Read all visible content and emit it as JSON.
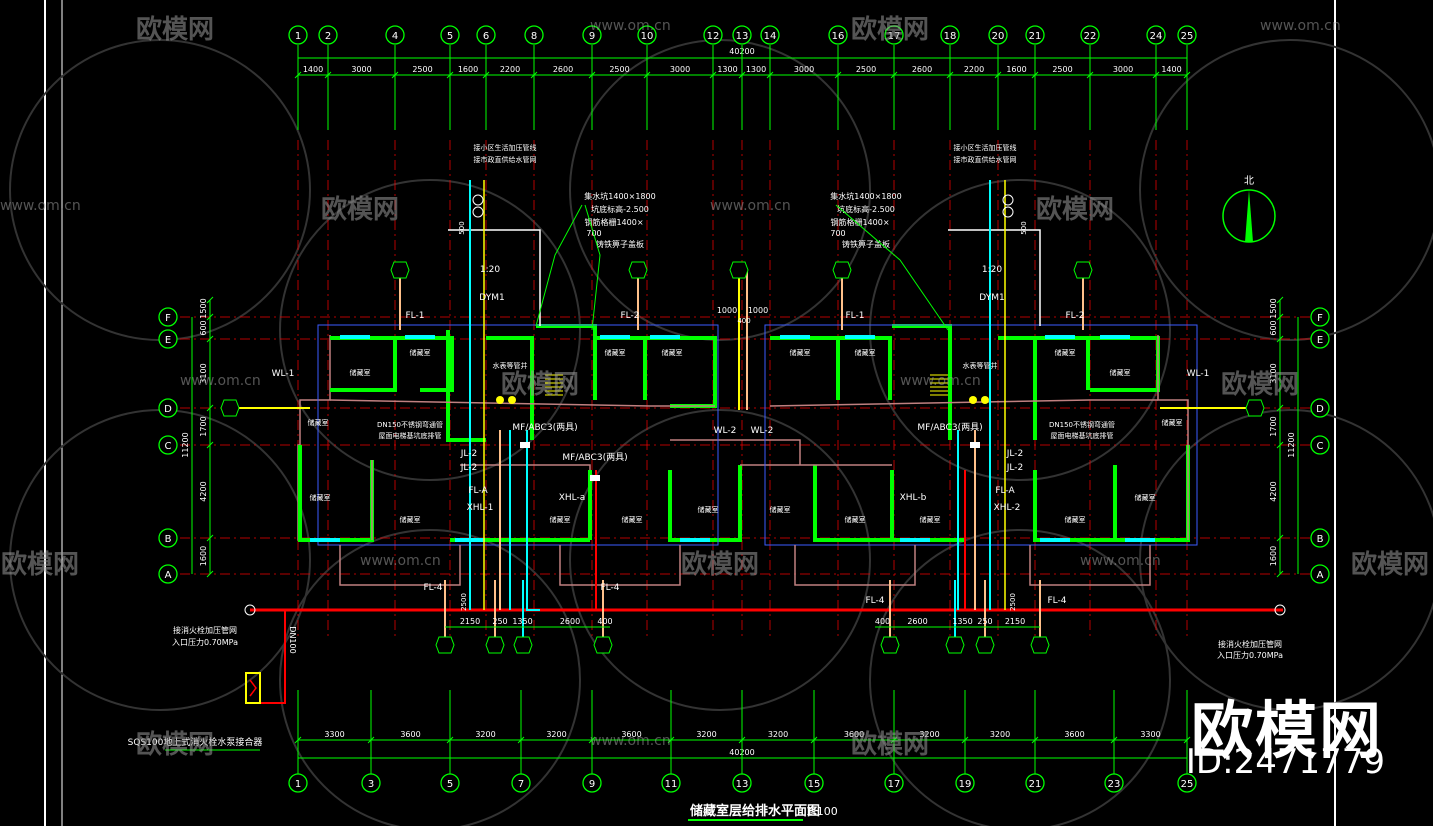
{
  "drawing": {
    "title": "储藏室层给排水平面图",
    "scale": "1:100",
    "north_label": "北"
  },
  "grid_top": [
    "1",
    "2",
    "4",
    "5",
    "6",
    "8",
    "9",
    "10",
    "12",
    "13",
    "14",
    "16",
    "17",
    "18",
    "20",
    "21",
    "22",
    "24",
    "25"
  ],
  "grid_bottom": [
    "1",
    "3",
    "5",
    "7",
    "9",
    "11",
    "13",
    "15",
    "17",
    "19",
    "21",
    "23",
    "25"
  ],
  "grid_rows": [
    "F",
    "E",
    "D",
    "C",
    "B",
    "A"
  ],
  "dims_top": [
    "1400",
    "3000",
    "2500",
    "1600",
    "2200",
    "2600",
    "2500",
    "3000",
    "1300",
    "1300",
    "3000",
    "2500",
    "2600",
    "2200",
    "1600",
    "2500",
    "3000",
    "1400"
  ],
  "dims_top_total": "40200",
  "dims_bottom": [
    "3300",
    "3600",
    "3200",
    "3200",
    "3600",
    "3200",
    "3200",
    "3600",
    "3200",
    "3200",
    "3600",
    "3300"
  ],
  "dims_bottom_total": "40200",
  "dims_side": [
    "1500",
    "600",
    "3100",
    "1700",
    "4200",
    "1600"
  ],
  "dims_side_total": "11200",
  "dims_stair": [
    "2150",
    "250",
    "1350",
    "2600",
    "400"
  ],
  "dims_stair_r": [
    "400",
    "2600",
    "1350",
    "250",
    "2150"
  ],
  "dims_mid": [
    "1000",
    "1000",
    "400"
  ],
  "pipe_labels": {
    "wl1": "WL-1",
    "wl2": "WL-2",
    "fl1": "FL-1",
    "fl2": "FL-2",
    "fla": "FL-A",
    "fl4": "FL-4",
    "jl2": "JL-2",
    "xhl1": "XHL-1",
    "xhla": "XHL-a",
    "xhlb": "XHL-b",
    "xhl2": "XHL-2",
    "mfabc": "MF/ABC3",
    "mfabc_suffix": "(两具)",
    "dym": "DYM1",
    "ratio": "1:20",
    "dn100": "DN100",
    "dim_500": "500",
    "dim_2500": "2500"
  },
  "notes": {
    "pit_1": "集水坑1400×1800",
    "pit_2": "坑底标高-2.500",
    "pit_3": "钢筋格栅1400×",
    "pit_4": "700",
    "pit_5": "铸铁箅子盖板",
    "main_in_1": "接小区生活加压管线",
    "main_in_2": "接市政直供给水管网",
    "dn150_1": "DN150不锈钢弯通管",
    "dn150_2": "屋面电梯基坑底排管",
    "fire_1": "接消火栓加压管网",
    "fire_2": "入口压力0.70MPa",
    "sqs": "SQS100地上式消火栓水泵接合器"
  },
  "room_label": "储藏室",
  "stair_label": "水表等管井",
  "watermark": {
    "brand": "欧模网",
    "url": "www.om.cn",
    "id": "ID:2471779"
  },
  "colors": {
    "grid": "#00ff00",
    "axis": "#ff0000",
    "wall": "#00ff00",
    "window": "#00ffff",
    "pipe_red": "#ff0000",
    "pipe_cyan": "#00ffff",
    "pipe_yellow": "#ffff00",
    "pipe_orange": "#ffc08a",
    "text": "#ffffff",
    "detail": "#3b5bff"
  }
}
